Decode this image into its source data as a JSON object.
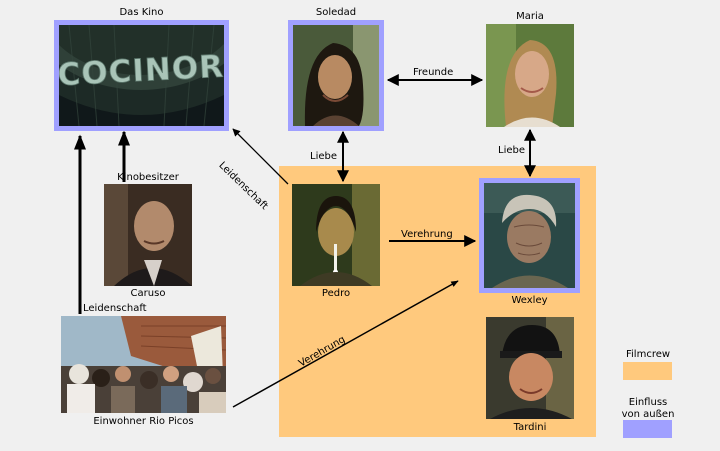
{
  "nodes": {
    "kino": {
      "label": "Das Kino",
      "sign_text": "COCINOR",
      "image": "cinema-sign-photo"
    },
    "soledad": {
      "label": "Soledad",
      "image": "woman-portrait-photo"
    },
    "maria": {
      "label": "Maria",
      "image": "woman-portrait-photo"
    },
    "caruso_role": {
      "label": "Kinobesitzer"
    },
    "caruso": {
      "label": "Caruso",
      "image": "man-portrait-photo"
    },
    "pedro": {
      "label": "Pedro",
      "image": "man-portrait-photo"
    },
    "wexley": {
      "label": "Wexley",
      "image": "old-man-portrait-photo"
    },
    "tardini": {
      "label": "Tardini",
      "image": "man-in-cap-portrait-photo"
    },
    "einwohner": {
      "label": "Einwohner Rio Picos",
      "image": "crowd-photo"
    }
  },
  "edges": {
    "freunde": "Freunde",
    "liebe_soledad_pedro": "Liebe",
    "liebe_maria_wexley": "Liebe",
    "leidenschaft_pedro_kino": "Leidenschaft",
    "leidenschaft_einwohner_kino": "Leidenschaft",
    "verehrung_pedro_wexley": "Verehrung",
    "verehrung_einwohner_wexley": "Verehrung"
  },
  "legend": {
    "filmcrew": {
      "label": "Filmcrew",
      "color": "#ffc97d"
    },
    "einfluss": {
      "label": "Einfluss von außen",
      "label_line1": "Einfluss",
      "label_line2": "von außen",
      "color": "#a0a0ff"
    }
  }
}
